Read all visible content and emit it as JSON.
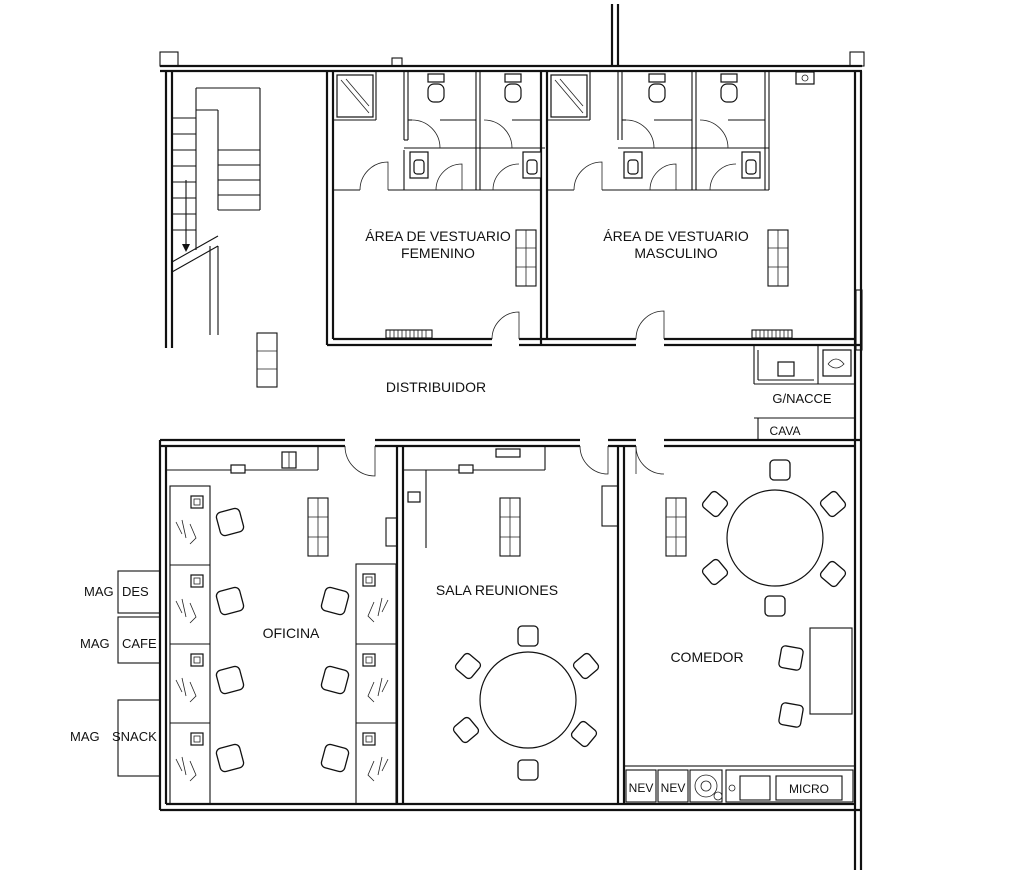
{
  "rooms": {
    "vestuario_femenino": [
      "ÁREA DE VESTUARIO",
      "FEMENINO"
    ],
    "vestuario_masculino": [
      "ÁREA DE VESTUARIO",
      "MASCULINO"
    ],
    "distribuidor": "DISTRIBUIDOR",
    "gnacce": "G/NACCE",
    "cava": "CAVA",
    "oficina": "OFICINA",
    "sala_reuniones": "SALA REUNIONES",
    "comedor": "COMEDOR"
  },
  "storage": [
    {
      "left": "MAG",
      "right": "DES"
    },
    {
      "left": "MAG",
      "right": "CAFE"
    },
    {
      "left": "MAG",
      "right": "SNACK"
    }
  ],
  "appliances": {
    "nev1": "NEV",
    "nev2": "NEV",
    "micro": "MICRO"
  },
  "colors": {
    "line": "#111111",
    "background": "#ffffff"
  }
}
